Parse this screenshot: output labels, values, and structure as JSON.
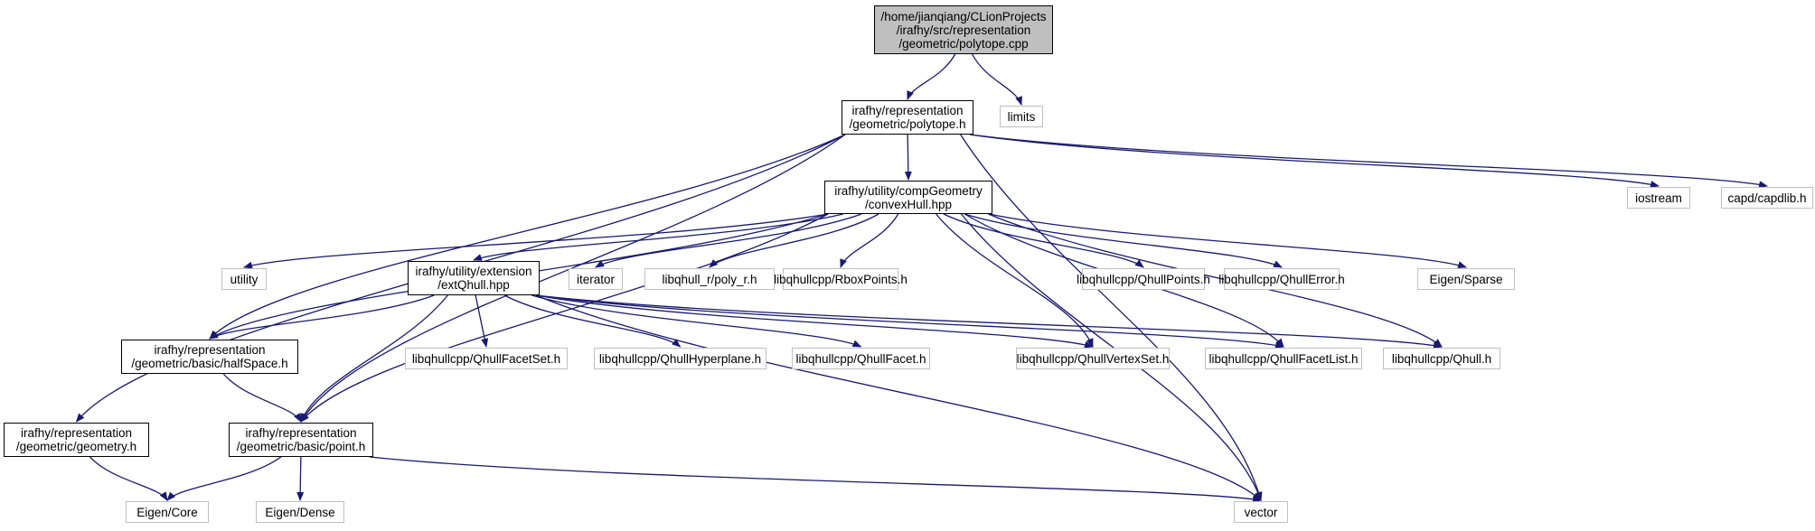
{
  "graph": {
    "edge_color": "#191970",
    "nodes": [
      {
        "id": "polytope_cpp",
        "kind": "root",
        "lines": [
          "/home/jianqiang/CLionProjects",
          "/irafhy/src/representation",
          "/geometric/polytope.cpp"
        ]
      },
      {
        "id": "polytope_h",
        "kind": "main",
        "lines": [
          "irafhy/representation",
          "/geometric/polytope.h"
        ]
      },
      {
        "id": "limits",
        "kind": "ext",
        "lines": [
          "limits"
        ]
      },
      {
        "id": "convexhull",
        "kind": "main",
        "lines": [
          "irafhy/utility/compGeometry",
          "/convexHull.hpp"
        ]
      },
      {
        "id": "iostream",
        "kind": "ext",
        "lines": [
          "iostream"
        ]
      },
      {
        "id": "capdlib",
        "kind": "ext",
        "lines": [
          "capd/capdlib.h"
        ]
      },
      {
        "id": "utility",
        "kind": "ext",
        "lines": [
          "utility"
        ]
      },
      {
        "id": "extqhull",
        "kind": "main",
        "lines": [
          "irafhy/utility/extension",
          "/extQhull.hpp"
        ]
      },
      {
        "id": "iterator",
        "kind": "ext",
        "lines": [
          "iterator"
        ]
      },
      {
        "id": "poly_r",
        "kind": "ext",
        "lines": [
          "libqhull_r/poly_r.h"
        ]
      },
      {
        "id": "rboxpoints",
        "kind": "ext",
        "lines": [
          "libqhullcpp/RboxPoints.h"
        ]
      },
      {
        "id": "qhullpoints",
        "kind": "ext",
        "lines": [
          "libqhullcpp/QhullPoints.h"
        ]
      },
      {
        "id": "qhullerror",
        "kind": "ext",
        "lines": [
          "libqhullcpp/QhullError.h"
        ]
      },
      {
        "id": "eigensparse",
        "kind": "ext",
        "lines": [
          "Eigen/Sparse"
        ]
      },
      {
        "id": "halfspace",
        "kind": "main",
        "lines": [
          "irafhy/representation",
          "/geometric/basic/halfSpace.h"
        ]
      },
      {
        "id": "facetset",
        "kind": "ext",
        "lines": [
          "libqhullcpp/QhullFacetSet.h"
        ]
      },
      {
        "id": "hyperplane",
        "kind": "ext",
        "lines": [
          "libqhullcpp/QhullHyperplane.h"
        ]
      },
      {
        "id": "facet",
        "kind": "ext",
        "lines": [
          "libqhullcpp/QhullFacet.h"
        ]
      },
      {
        "id": "vertexset",
        "kind": "ext",
        "lines": [
          "libqhullcpp/QhullVertexSet.h"
        ]
      },
      {
        "id": "facetlist",
        "kind": "ext",
        "lines": [
          "libqhullcpp/QhullFacetList.h"
        ]
      },
      {
        "id": "qhull",
        "kind": "ext",
        "lines": [
          "libqhullcpp/Qhull.h"
        ]
      },
      {
        "id": "geometry",
        "kind": "main",
        "lines": [
          "irafhy/representation",
          "/geometric/geometry.h"
        ]
      },
      {
        "id": "point",
        "kind": "main",
        "lines": [
          "irafhy/representation",
          "/geometric/basic/point.h"
        ]
      },
      {
        "id": "eigencore",
        "kind": "ext",
        "lines": [
          "Eigen/Core"
        ]
      },
      {
        "id": "eigendense",
        "kind": "ext",
        "lines": [
          "Eigen/Dense"
        ]
      },
      {
        "id": "vector",
        "kind": "ext",
        "lines": [
          "vector"
        ]
      }
    ],
    "edges": [
      [
        "polytope_cpp",
        "polytope_h"
      ],
      [
        "polytope_cpp",
        "limits"
      ],
      [
        "polytope_h",
        "convexhull"
      ],
      [
        "polytope_h",
        "iostream"
      ],
      [
        "polytope_h",
        "capdlib"
      ],
      [
        "polytope_h",
        "halfspace"
      ],
      [
        "polytope_h",
        "geometry"
      ],
      [
        "polytope_h",
        "point"
      ],
      [
        "polytope_h",
        "vector"
      ],
      [
        "convexhull",
        "utility"
      ],
      [
        "convexhull",
        "extqhull"
      ],
      [
        "convexhull",
        "iterator"
      ],
      [
        "convexhull",
        "poly_r"
      ],
      [
        "convexhull",
        "rboxpoints"
      ],
      [
        "convexhull",
        "qhullpoints"
      ],
      [
        "convexhull",
        "qhullerror"
      ],
      [
        "convexhull",
        "eigensparse"
      ],
      [
        "convexhull",
        "halfspace"
      ],
      [
        "convexhull",
        "point"
      ],
      [
        "convexhull",
        "vertexset"
      ],
      [
        "convexhull",
        "facetlist"
      ],
      [
        "convexhull",
        "qhull"
      ],
      [
        "convexhull",
        "vector"
      ],
      [
        "extqhull",
        "halfspace"
      ],
      [
        "extqhull",
        "point"
      ],
      [
        "extqhull",
        "facetset"
      ],
      [
        "extqhull",
        "hyperplane"
      ],
      [
        "extqhull",
        "facet"
      ],
      [
        "extqhull",
        "vertexset"
      ],
      [
        "extqhull",
        "facetlist"
      ],
      [
        "extqhull",
        "qhull"
      ],
      [
        "extqhull",
        "vector"
      ],
      [
        "halfspace",
        "point"
      ],
      [
        "geometry",
        "eigencore"
      ],
      [
        "point",
        "eigencore"
      ],
      [
        "point",
        "eigendense"
      ],
      [
        "point",
        "vector"
      ]
    ]
  }
}
